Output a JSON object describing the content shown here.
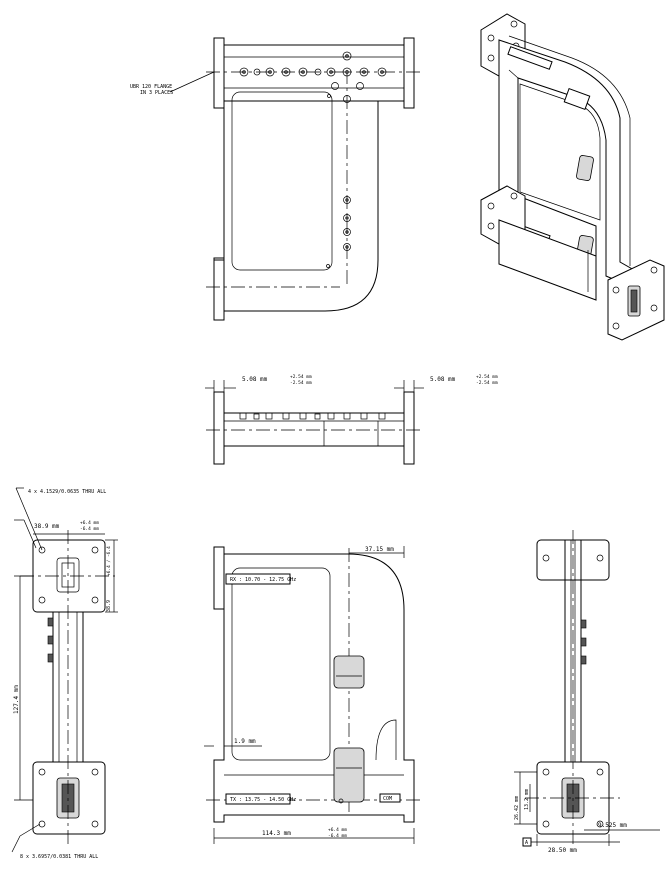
{
  "notes": {
    "flange_note_line1": "UBR 120 FLANGE",
    "flange_note_line2": "IN 3 PLACES",
    "hole_note_top": "4 x 4.1529/0.0635 THRU ALL",
    "hole_note_bottom": "8 x 3.6957/0.0381 THRU ALL"
  },
  "labels": {
    "rx_band": "RX : 10.70 - 12.75 GHz",
    "tx_band": "TX : 13.75 - 14.50 GHz",
    "com_port": "COM",
    "datum_a": "A"
  },
  "dimensions": {
    "flange_gap_left": "5.08 mm",
    "flange_gap_left_tol_plus": "+2.54 mm",
    "flange_gap_left_tol_minus": "-2.54 mm",
    "flange_gap_right": "5.08 mm",
    "flange_gap_right_tol_plus": "+2.54 mm",
    "flange_gap_right_tol_minus": "-2.54 mm",
    "flange_width": "38.9 mm",
    "flange_width_tol_plus": "+6.4 mm",
    "flange_width_tol_minus": "-6.4 mm",
    "flange_height": "38.9",
    "flange_height_tol": "+6.4 / -6.4",
    "port_spacing": "127.4 mm",
    "bend_offset": "37.15 mm",
    "wall_thickness": "1.9 mm",
    "overall_length": "114.3 mm",
    "overall_length_tol_plus": "+6.4 mm",
    "overall_length_tol_minus": "-6.4 mm",
    "side_height_outer": "26.42 mm",
    "side_height_inner": "13.2 mm",
    "side_width": "28.50 mm",
    "side_offset": "9.525 mm"
  }
}
